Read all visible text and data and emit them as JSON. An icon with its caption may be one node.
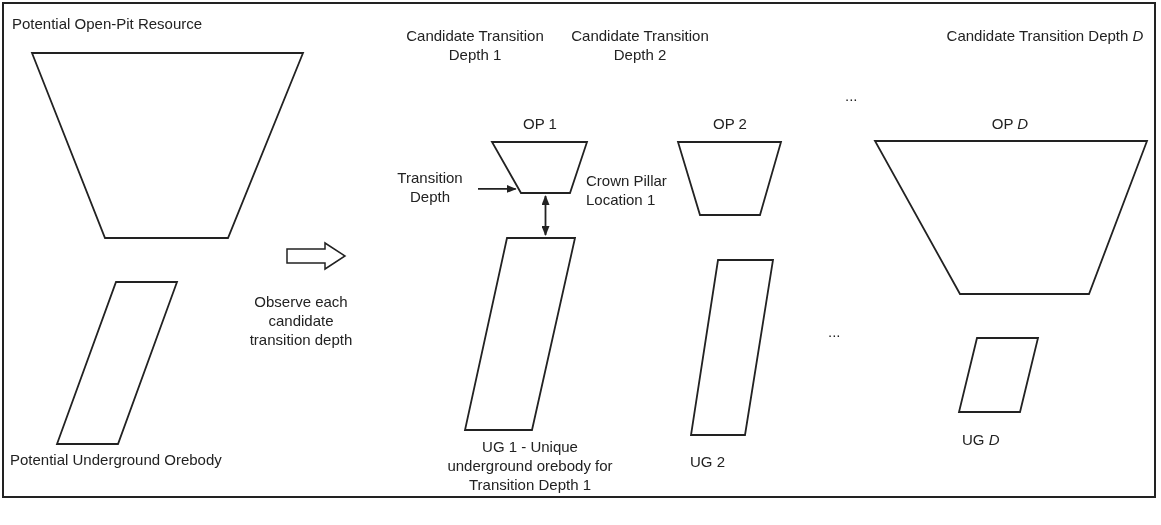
{
  "diagram": {
    "nodes": [
      {
        "text": [
          "Potential Open-Pit Resource"
        ]
      },
      {
        "text": [
          "Potential Underground Orebody"
        ]
      },
      {
        "text": [
          "OP 1"
        ]
      },
      {
        "text": [
          "UG 1 - Unique underground orebody for Transition Depth 1"
        ]
      },
      {
        "text": [
          "OP 2"
        ]
      },
      {
        "text": [
          "UG 2"
        ]
      },
      {
        "text": [
          "OP *D*"
        ]
      },
      {
        "text": [
          "UG *D*"
        ]
      },
      {
        "text": [
          "Transition Depth"
        ]
      }
    ],
    "edges": [
      {
        "from": 8,
        "to": 2,
        "arrow": "to"
      },
      {
        "from": 2,
        "to": 3,
        "arrow": "both",
        "label": "Crown Pillar Location 1"
      }
    ],
    "labels": [
      "Observe each candidate transition depth",
      "Candidate Transition Depth 1",
      "Candidate Transition Depth 2",
      "...",
      "Candidate Transition Depth *D*",
      "..."
    ]
  }
}
